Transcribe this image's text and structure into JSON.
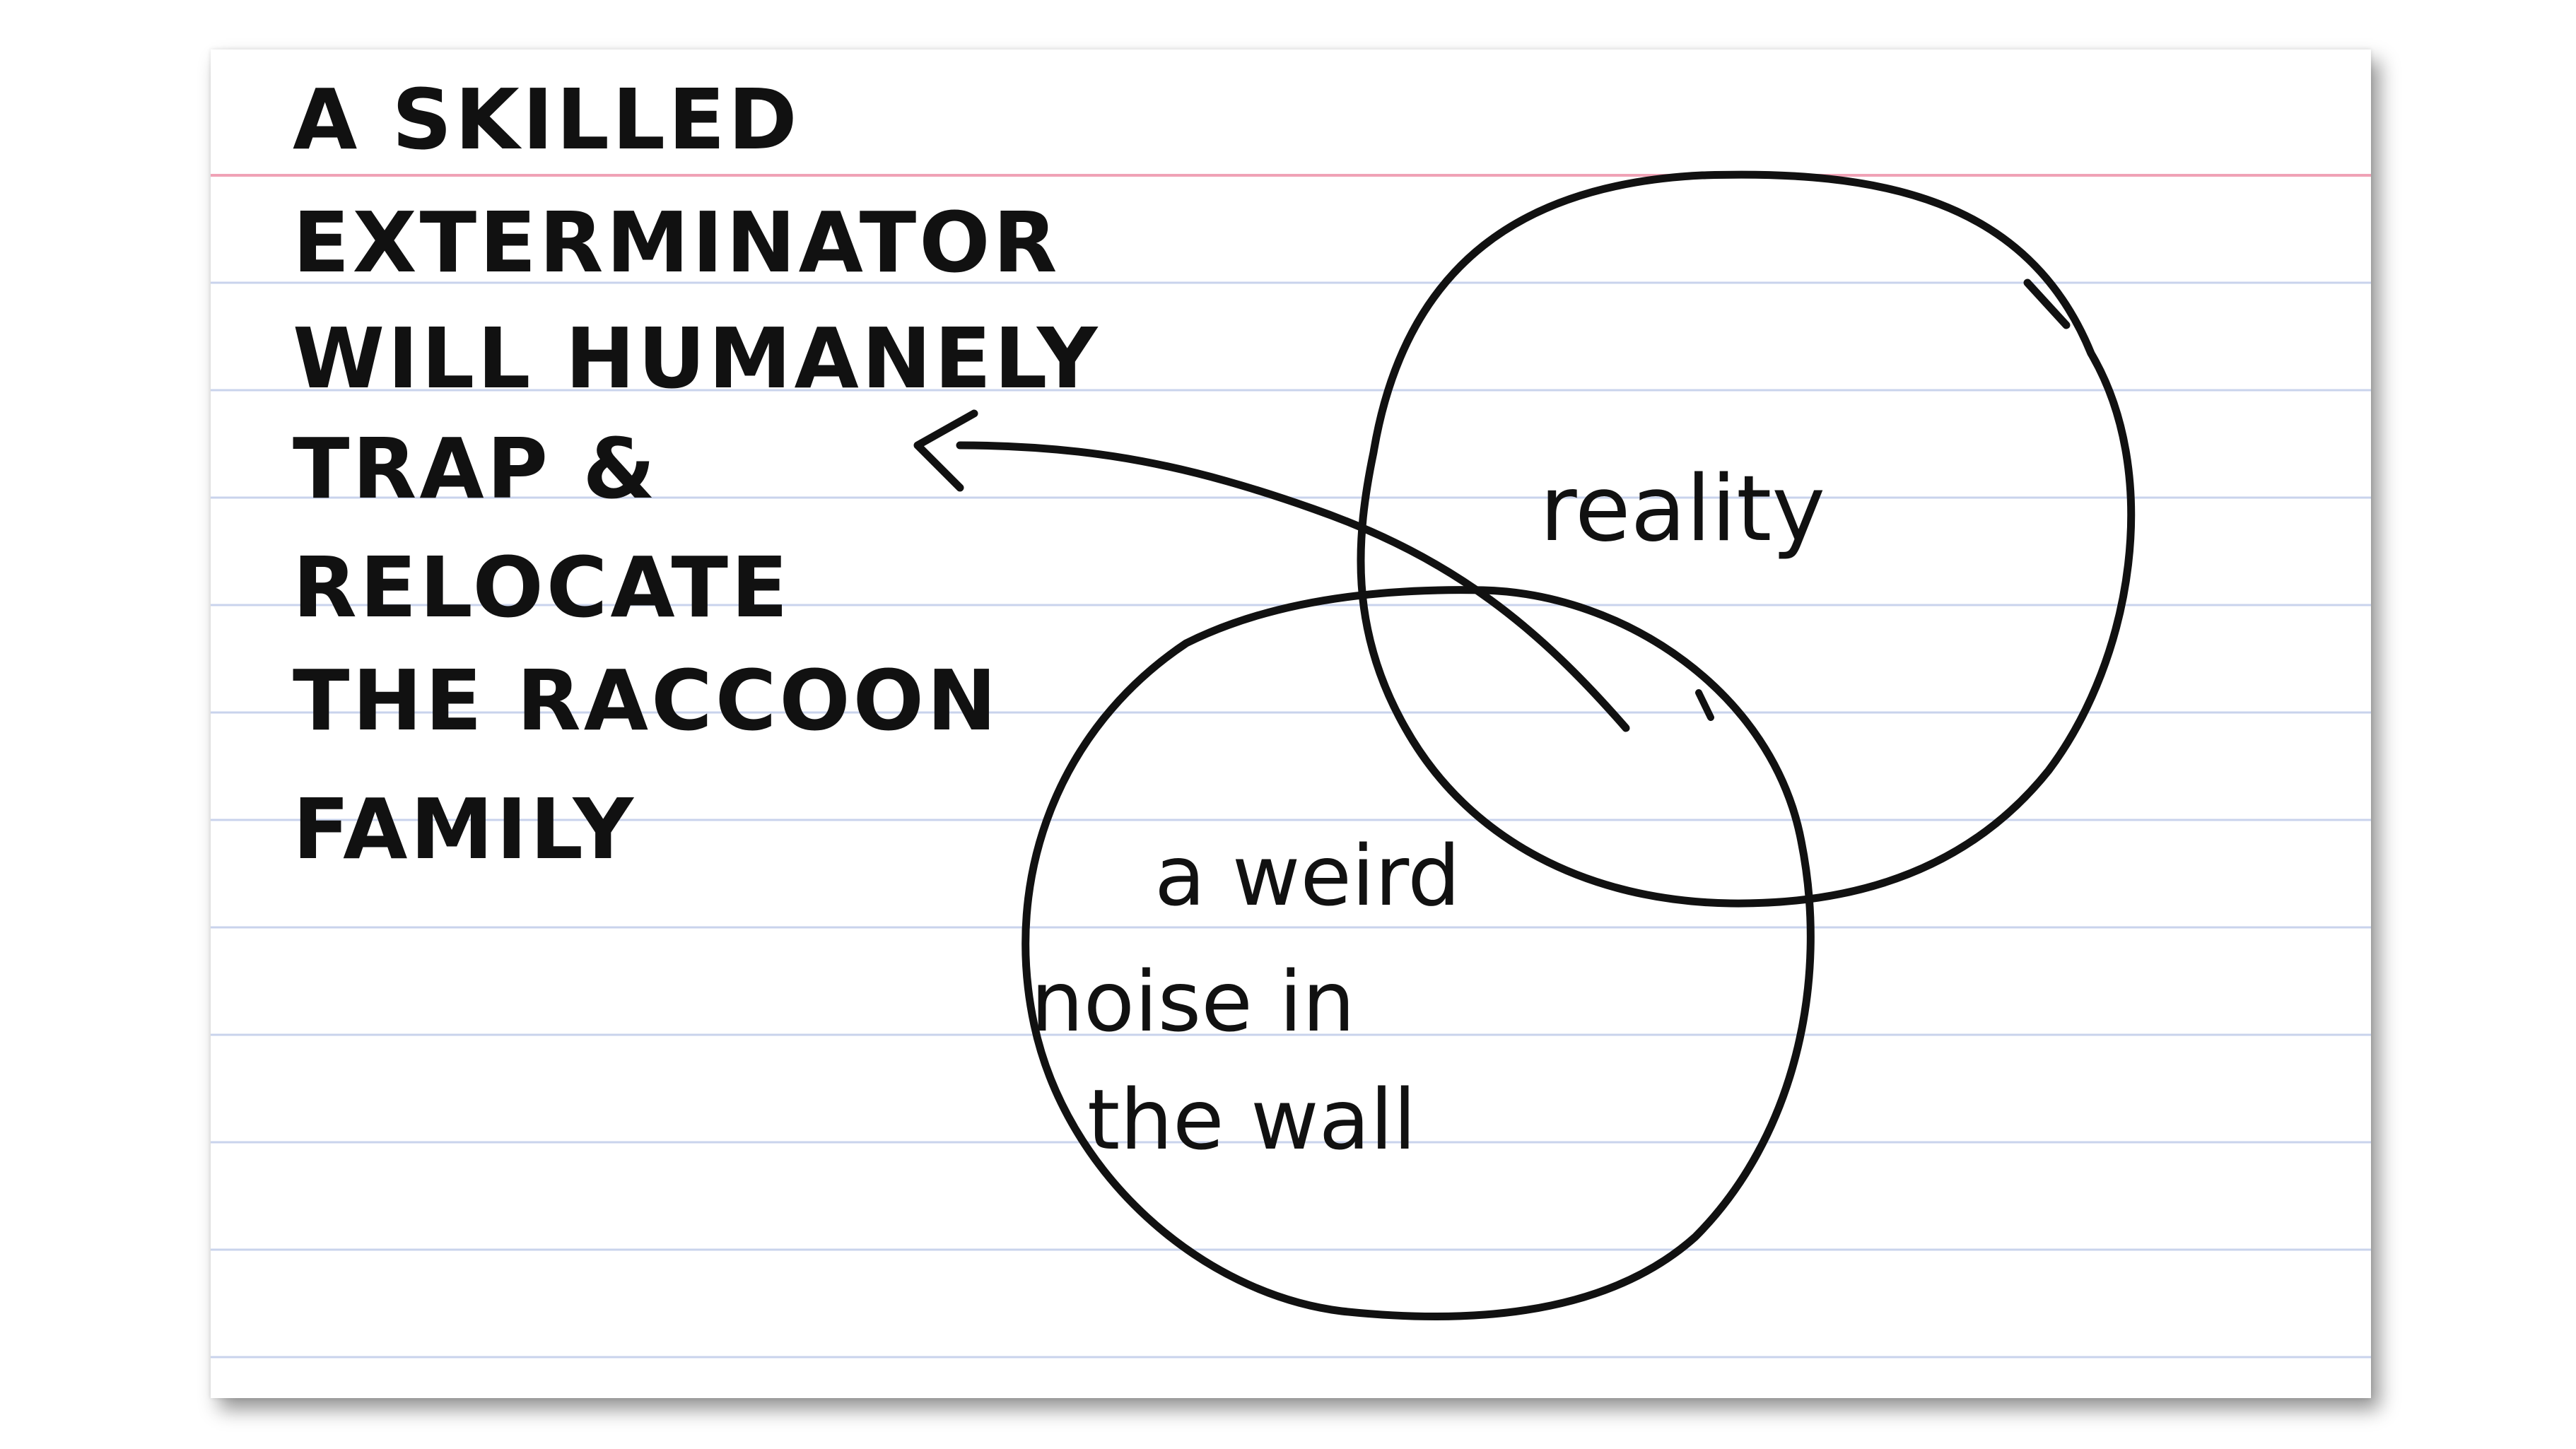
{
  "card": {
    "paper_color": "#ffffff",
    "rule_color": "#c9d3ec",
    "margin_line_color": "#f0a2b6",
    "ink_color": "#111111"
  },
  "note": {
    "lines": [
      "A SKILLED",
      "EXTERMINATOR",
      "WILL HUMANELY",
      "TRAP &",
      "RELOCATE",
      "THE RACCOON",
      "FAMILY"
    ]
  },
  "venn": {
    "circle_reality": {
      "label": "reality"
    },
    "circle_noise": {
      "label_lines": [
        "a weird",
        "noise in",
        "the wall"
      ]
    },
    "arrow": {
      "from": "intersection",
      "to": "note"
    }
  }
}
